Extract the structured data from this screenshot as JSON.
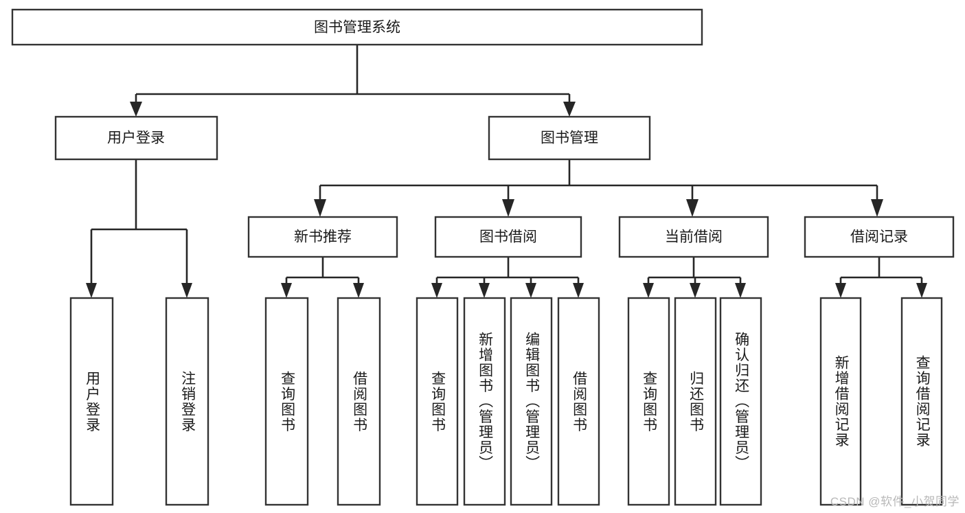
{
  "diagram": {
    "title": "图书管理系统",
    "type": "hierarchy-tree",
    "watermark": "CSDN @软件_小贺同学",
    "colors": {
      "box_stroke": "#333333",
      "box_fill": "#ffffff",
      "connector": "#262626",
      "text": "#1a1a1a",
      "watermark": "#b8b8b8",
      "background": "#ffffff"
    },
    "root": {
      "id": "root",
      "label": "图书管理系统",
      "orientation": "horizontal"
    },
    "level2": [
      {
        "id": "user-login",
        "label": "用户登录",
        "orientation": "horizontal"
      },
      {
        "id": "book-manage",
        "label": "图书管理",
        "orientation": "horizontal"
      }
    ],
    "level3": [
      {
        "id": "new-book-recommend",
        "label": "新书推荐",
        "orientation": "horizontal"
      },
      {
        "id": "book-borrow",
        "label": "图书借阅",
        "orientation": "horizontal"
      },
      {
        "id": "current-borrow",
        "label": "当前借阅",
        "orientation": "horizontal"
      },
      {
        "id": "borrow-record",
        "label": "借阅记录",
        "orientation": "horizontal"
      }
    ],
    "leaves": {
      "user_login_children": [
        {
          "id": "leaf-user-login",
          "label": "用户登录",
          "orientation": "vertical"
        },
        {
          "id": "leaf-logout-login",
          "label": "注销登录",
          "orientation": "vertical"
        }
      ],
      "new_book_recommend_children": [
        {
          "id": "leaf-query-book-1",
          "label": "查询图书",
          "orientation": "vertical"
        },
        {
          "id": "leaf-borrow-book-1",
          "label": "借阅图书",
          "orientation": "vertical"
        }
      ],
      "book_borrow_children": [
        {
          "id": "leaf-query-book-2",
          "label": "查询图书",
          "orientation": "vertical"
        },
        {
          "id": "leaf-add-book",
          "label": "新增图书（管理员）",
          "orientation": "vertical"
        },
        {
          "id": "leaf-edit-book",
          "label": "编辑图书（管理员）",
          "orientation": "vertical"
        },
        {
          "id": "leaf-borrow-book-2",
          "label": "借阅图书",
          "orientation": "vertical"
        }
      ],
      "current_borrow_children": [
        {
          "id": "leaf-query-book-3",
          "label": "查询图书",
          "orientation": "vertical"
        },
        {
          "id": "leaf-return-book",
          "label": "归还图书",
          "orientation": "vertical"
        },
        {
          "id": "leaf-confirm-return",
          "label": "确认归还（管理员）",
          "orientation": "vertical"
        }
      ],
      "borrow_record_children": [
        {
          "id": "leaf-add-record",
          "label": "新增借阅记录",
          "orientation": "vertical"
        },
        {
          "id": "leaf-query-record",
          "label": "查询借阅记录",
          "orientation": "vertical"
        }
      ]
    }
  }
}
